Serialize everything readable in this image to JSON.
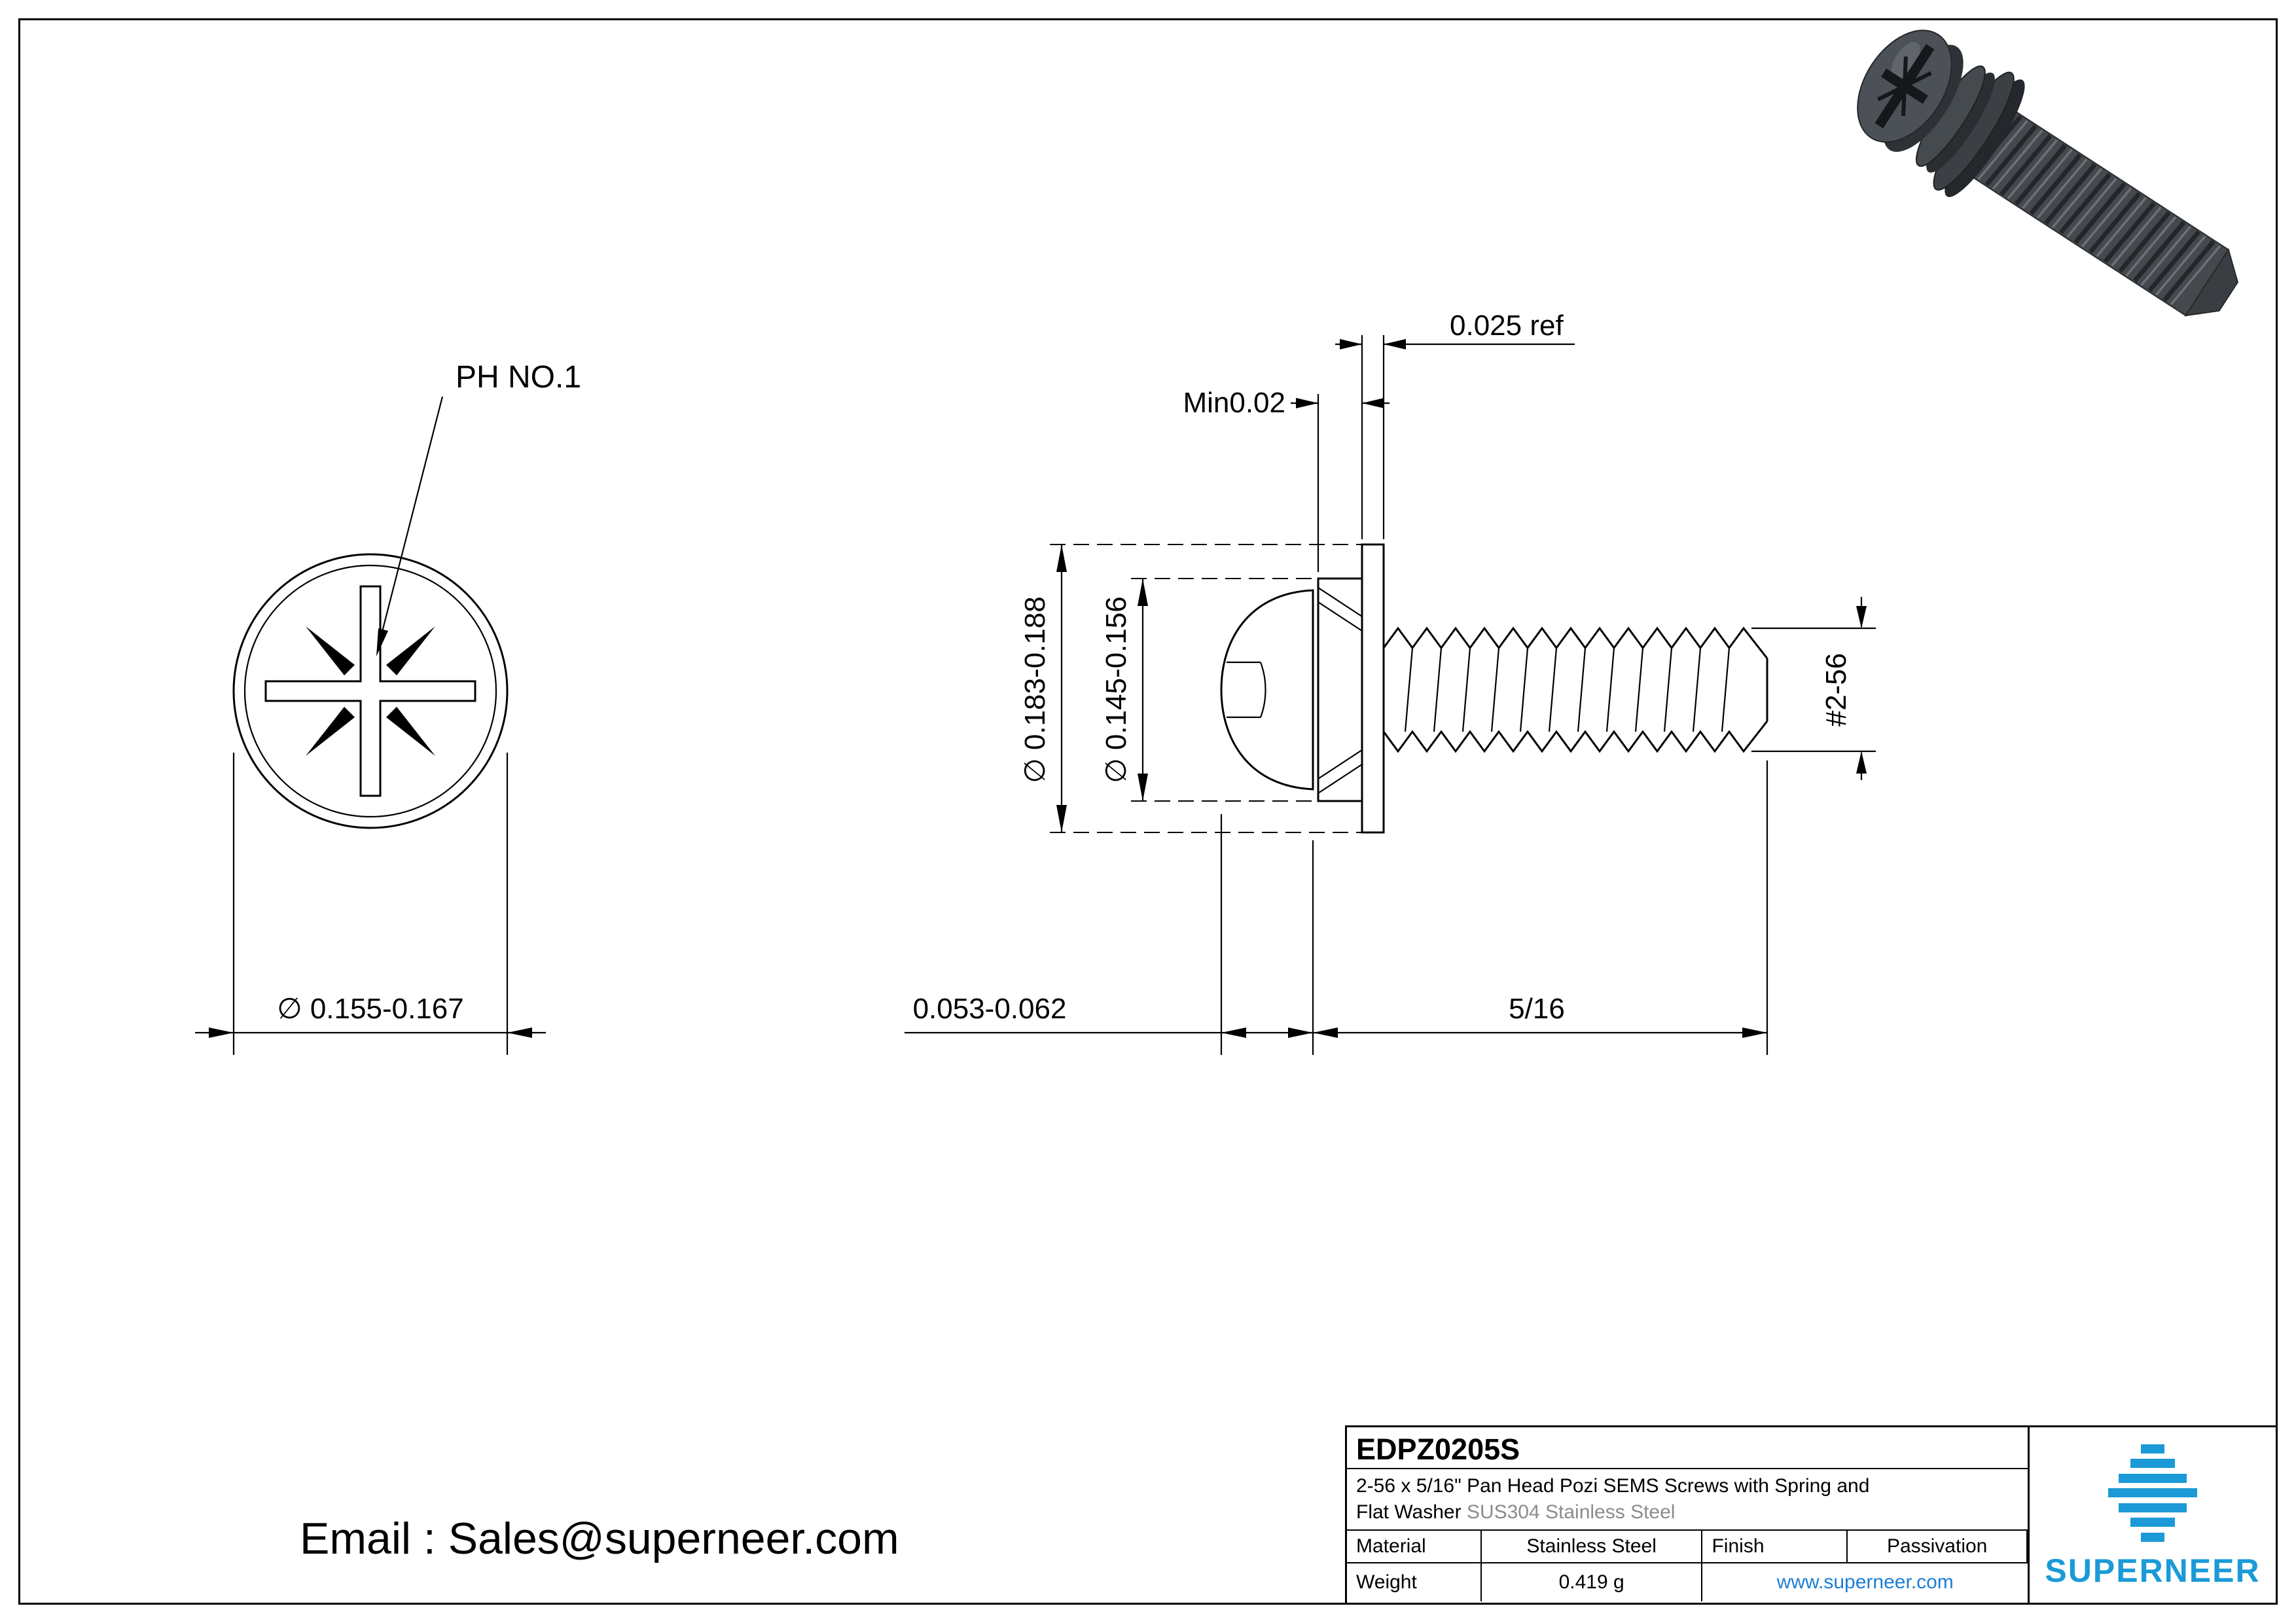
{
  "views": {
    "front": {
      "drive_label": "PH NO.1",
      "head_diameter": "∅ 0.155-0.167"
    },
    "side": {
      "spring_washer_min_thickness": "Min0.02",
      "flat_washer_thickness_ref": "0.025 ref",
      "flat_washer_od": "∅ 0.183-0.188",
      "spring_washer_od": "∅ 0.145-0.156",
      "thread_size": "#2-56",
      "head_height": "0.053-0.062",
      "thread_length": "5/16"
    }
  },
  "footer": {
    "email": "Email : Sales@superneer.com"
  },
  "title_block": {
    "part_number": "EDPZ0205S",
    "description_line1": "2-56 x 5/16\" Pan Head Pozi SEMS Screws with Spring and",
    "description_line2": "Flat Washer",
    "description_line2_sub": "SUS304 Stainless Steel",
    "material_label": "Material",
    "material_value": "Stainless Steel",
    "finish_label": "Finish",
    "finish_value": "Passivation",
    "weight_label": "Weight",
    "weight_value": "0.419 g",
    "website": "www.superneer.com",
    "brand_name": "SUPERNEER"
  },
  "colors": {
    "brand_blue": "#1b9ad7",
    "link_blue": "#1b7fd4",
    "desc_gray": "#8c8c8c",
    "line_black": "#000000"
  }
}
